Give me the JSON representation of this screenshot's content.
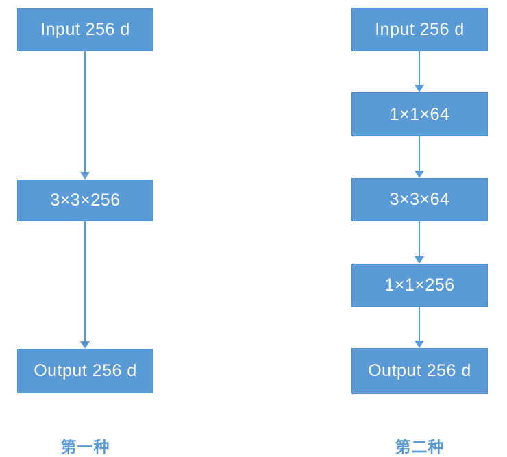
{
  "colors": {
    "background": "#ffffff",
    "box_fill": "#5b9bd5",
    "box_border": "#4e8ecb",
    "box_text": "#ffffff",
    "arrow": "#5b9bd5",
    "label_text": "#5b9bd5"
  },
  "diagrams": [
    {
      "label": "第一种",
      "nodes": [
        "Input 256 d",
        "3×3×256",
        "Output 256 d"
      ]
    },
    {
      "label": "第二种",
      "nodes": [
        "Input 256 d",
        "1×1×64",
        "3×3×64",
        "1×1×256",
        "Output 256 d"
      ]
    }
  ]
}
